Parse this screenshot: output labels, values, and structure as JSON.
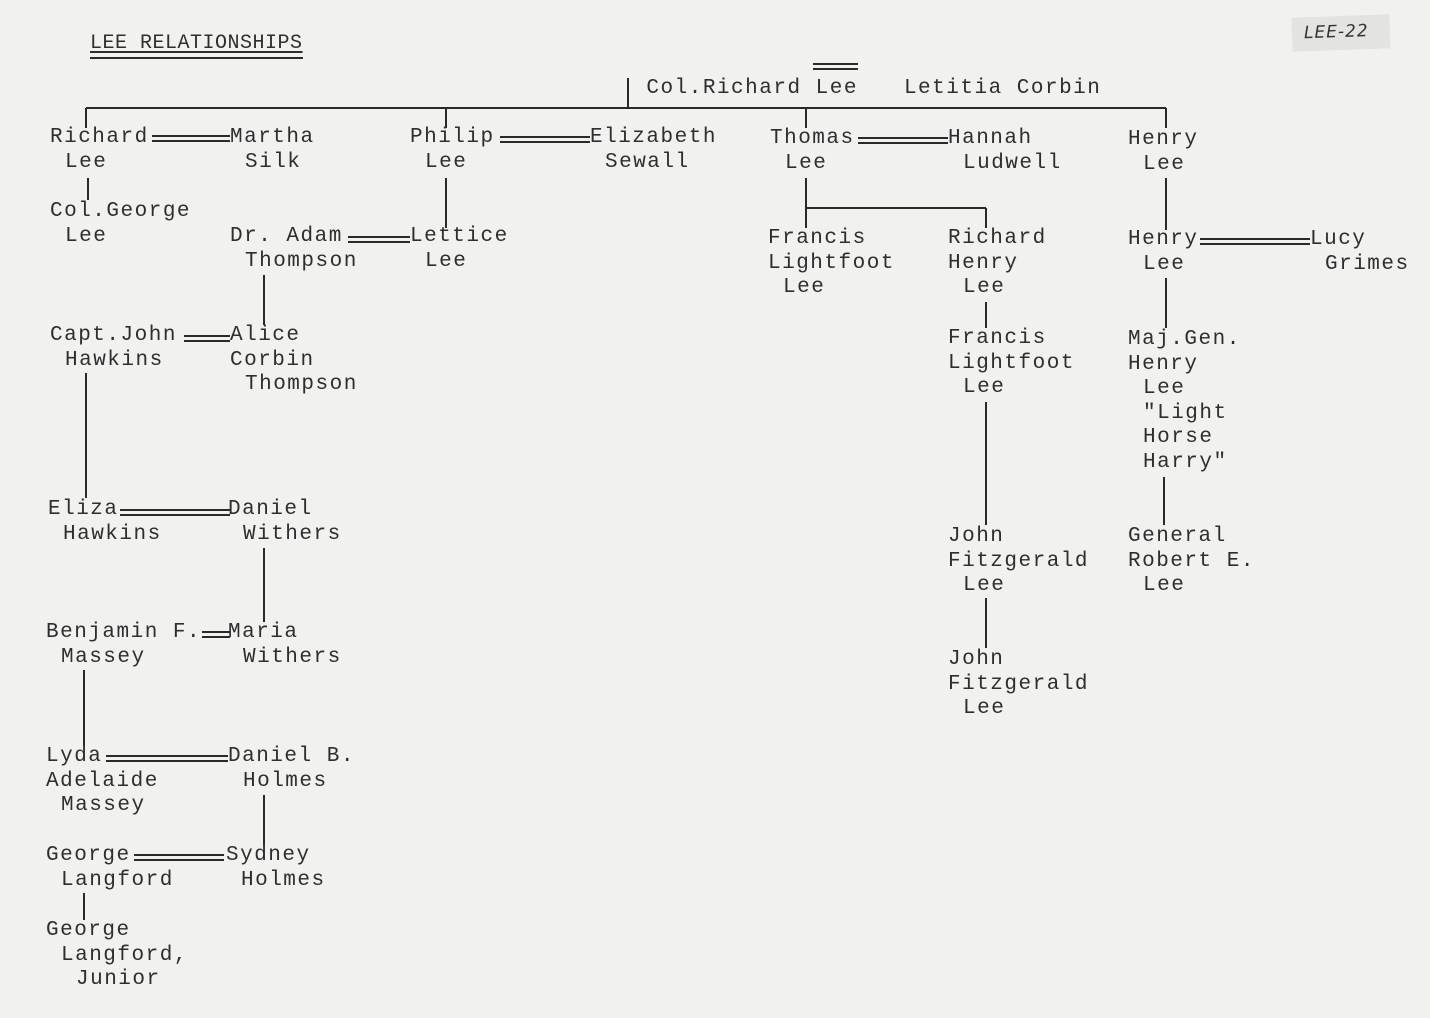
{
  "title": "LEE RELATIONSHIPS",
  "reference": "LEE-22",
  "root": {
    "husband": "Col.Richard Lee",
    "wife": "Letitia Corbin"
  },
  "people": {
    "richard_lee": [
      "Richard",
      "Lee"
    ],
    "martha_silk": [
      "Martha",
      "Silk"
    ],
    "philip_lee": [
      "Philip",
      "Lee"
    ],
    "elizabeth_sewall": [
      "Elizabeth",
      "Sewall"
    ],
    "thomas_lee": [
      "Thomas",
      "Lee"
    ],
    "hannah_ludwell": [
      "Hannah",
      "Ludwell"
    ],
    "henry_lee_1": [
      "Henry",
      "Lee"
    ],
    "col_george_lee": [
      "Col.George",
      "Lee"
    ],
    "adam_thompson": [
      "Dr. Adam",
      "Thompson"
    ],
    "lettice_lee": [
      "Lettice",
      "Lee"
    ],
    "francis_lightfoot_lee_1": [
      "Francis",
      "Lightfoot",
      "Lee"
    ],
    "richard_henry_lee": [
      "Richard",
      "Henry",
      "Lee"
    ],
    "henry_lee_2": [
      "Henry",
      "Lee"
    ],
    "lucy_grimes": [
      "Lucy",
      "Grimes"
    ],
    "john_hawkins": [
      "Capt.John",
      "Hawkins"
    ],
    "alice_thompson": [
      "Alice",
      "Corbin",
      "Thompson"
    ],
    "francis_lightfoot_lee_2": [
      "Francis",
      "Lightfoot",
      "Lee"
    ],
    "maj_gen_henry_lee": [
      "Maj.Gen.",
      "Henry",
      "Lee",
      "\"Light",
      "Horse",
      "Harry\""
    ],
    "eliza_hawkins": [
      "Eliza",
      "Hawkins"
    ],
    "daniel_withers": [
      "Daniel",
      "Withers"
    ],
    "john_fitzgerald_lee_1": [
      "John",
      "Fitzgerald",
      "Lee"
    ],
    "robert_e_lee": [
      "General",
      "Robert E.",
      "Lee"
    ],
    "benjamin_massey": [
      "Benjamin F.",
      "Massey"
    ],
    "maria_withers": [
      "Maria",
      "Withers"
    ],
    "john_fitzgerald_lee_2": [
      "John",
      "Fitzgerald",
      "Lee"
    ],
    "lyda_massey": [
      "Lyda",
      "Adelaide",
      "Massey"
    ],
    "daniel_holmes": [
      "Daniel B.",
      "Holmes"
    ],
    "george_langford": [
      "George",
      "Langford"
    ],
    "sydney_holmes": [
      "Sydney",
      "Holmes"
    ],
    "george_langford_jr": [
      "George",
      "Langford,",
      "Junior"
    ]
  },
  "colors": {
    "paper": "#f1f1ef",
    "ink": "#2e2e2e"
  }
}
